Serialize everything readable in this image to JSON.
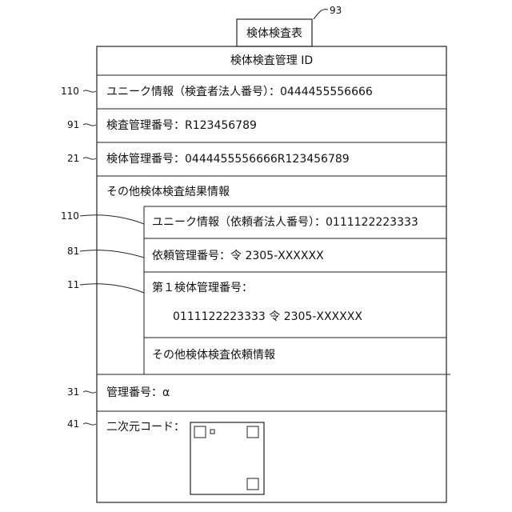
{
  "tab": {
    "label": "検体検査表",
    "ref": "93"
  },
  "header": {
    "label": "検体検査管理 ID"
  },
  "rows": [
    {
      "ref": "110",
      "text": "ユニーク情報（検査者法人番号）：0444455556666"
    },
    {
      "ref": "91",
      "text": "検査管理番号：R123456789"
    },
    {
      "ref": "21",
      "text": "検体管理番号：0444455556666R123456789"
    },
    {
      "ref": "",
      "text": "その他検体検査結果情報"
    }
  ],
  "inner_rows": [
    {
      "ref": "110",
      "text": "ユニーク情報（依頼者法人番号）：0111122223333"
    },
    {
      "ref": "81",
      "text": "依頼管理番号：令 2305-XXXXXX"
    },
    {
      "ref": "11",
      "text": "第１検体管理番号：",
      "text2": "0111122223333 令 2305-XXXXXX"
    },
    {
      "ref": "",
      "text": "その他検体検査依頼情報"
    }
  ],
  "bottom_rows": [
    {
      "ref": "31",
      "text": "管理番号：α"
    },
    {
      "ref": "41",
      "text": "二次元コード："
    }
  ]
}
